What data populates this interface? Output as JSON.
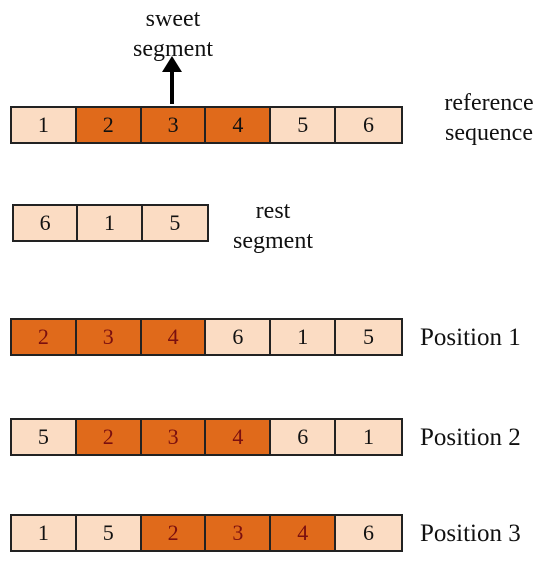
{
  "diagram": {
    "sweet_label": [
      "sweet",
      "segment"
    ],
    "reference_label": [
      "reference",
      "sequence"
    ],
    "rest_label": [
      "rest",
      "segment"
    ],
    "reference": [
      {
        "value": "1",
        "highlight": false
      },
      {
        "value": "2",
        "highlight": true
      },
      {
        "value": "3",
        "highlight": true
      },
      {
        "value": "4",
        "highlight": true
      },
      {
        "value": "5",
        "highlight": false
      },
      {
        "value": "6",
        "highlight": false
      }
    ],
    "rest": [
      {
        "value": "6",
        "highlight": false
      },
      {
        "value": "1",
        "highlight": false
      },
      {
        "value": "5",
        "highlight": false
      }
    ],
    "positions": [
      {
        "label": "Position 1",
        "cells": [
          {
            "value": "2",
            "highlight": true
          },
          {
            "value": "3",
            "highlight": true
          },
          {
            "value": "4",
            "highlight": true
          },
          {
            "value": "6",
            "highlight": false
          },
          {
            "value": "1",
            "highlight": false
          },
          {
            "value": "5",
            "highlight": false
          }
        ]
      },
      {
        "label": "Position 2",
        "cells": [
          {
            "value": "5",
            "highlight": false
          },
          {
            "value": "2",
            "highlight": true
          },
          {
            "value": "3",
            "highlight": true
          },
          {
            "value": "4",
            "highlight": true
          },
          {
            "value": "6",
            "highlight": false
          },
          {
            "value": "1",
            "highlight": false
          }
        ]
      },
      {
        "label": "Position 3",
        "cells": [
          {
            "value": "1",
            "highlight": false
          },
          {
            "value": "5",
            "highlight": false
          },
          {
            "value": "2",
            "highlight": true
          },
          {
            "value": "3",
            "highlight": true
          },
          {
            "value": "4",
            "highlight": true
          },
          {
            "value": "6",
            "highlight": false
          }
        ]
      }
    ]
  }
}
